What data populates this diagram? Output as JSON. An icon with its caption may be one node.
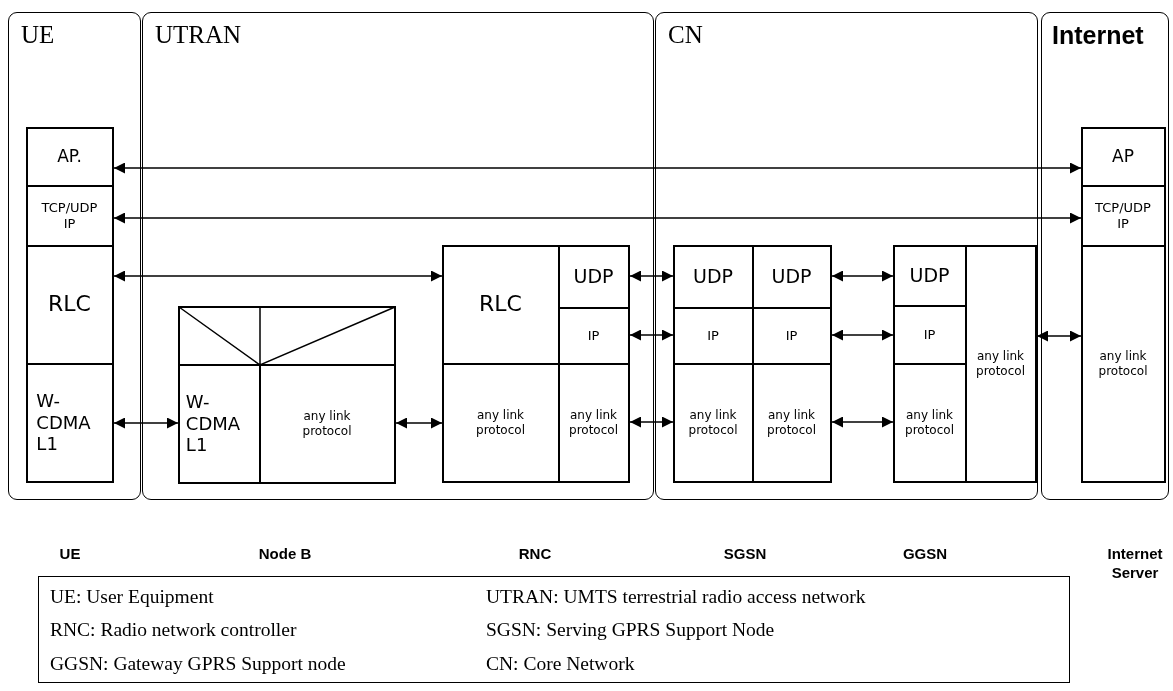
{
  "diagram": {
    "nodes": [
      {
        "text": [
          "UE"
        ]
      },
      {
        "text": [
          "UTRAN"
        ]
      },
      {
        "text": [
          "CN"
        ]
      },
      {
        "text": [
          "Internet"
        ]
      },
      {
        "text": [
          "AP."
        ],
        "in": 0
      },
      {
        "text": [
          "TCP/UDP IP"
        ],
        "in": 0
      },
      {
        "text": [
          "RLC"
        ],
        "in": 0
      },
      {
        "text": [
          "W-CDMA L1"
        ],
        "in": 0
      },
      {
        "text": [
          "W-CDMA L1"
        ],
        "in": 1
      },
      {
        "text": [
          "any link protocol"
        ],
        "in": 1
      },
      {
        "text": [
          "RLC"
        ],
        "in": 1
      },
      {
        "text": [
          "UDP"
        ],
        "in": 1
      },
      {
        "text": [
          "IP"
        ],
        "in": 1
      },
      {
        "text": [
          "any link protocol"
        ],
        "in": 1
      },
      {
        "text": [
          "any link protocol"
        ],
        "in": 1
      },
      {
        "text": [
          "UDP"
        ],
        "in": 2
      },
      {
        "text": [
          "UDP"
        ],
        "in": 2
      },
      {
        "text": [
          "IP"
        ],
        "in": 2
      },
      {
        "text": [
          "IP"
        ],
        "in": 2
      },
      {
        "text": [
          "any link protocol"
        ],
        "in": 2
      },
      {
        "text": [
          "any link protocol"
        ],
        "in": 2
      },
      {
        "text": [
          "UDP"
        ],
        "in": 2
      },
      {
        "text": [
          "IP"
        ],
        "in": 2
      },
      {
        "text": [
          "any link protocol"
        ],
        "in": 2
      },
      {
        "text": [
          "any link protocol"
        ],
        "in": 2
      },
      {
        "text": [
          "AP"
        ],
        "in": 3
      },
      {
        "text": [
          "TCP/UDP IP"
        ],
        "in": 3
      },
      {
        "text": [
          "any link protocol"
        ],
        "in": 3
      },
      {
        "text": [
          "UE: User Equipment",
          "UTRAN: UMTS terrestrial radio access network",
          "RNC: Radio network controller",
          "SGSN: Serving GPRS Support Node",
          "GGSN: Gateway GPRS Support node",
          "CN: Core Network"
        ]
      }
    ],
    "edges": [
      {
        "from": 4,
        "to": 25,
        "arrow": "both"
      },
      {
        "from": 5,
        "to": 26,
        "arrow": "both"
      },
      {
        "from": 6,
        "to": 10,
        "arrow": "both"
      },
      {
        "from": 7,
        "to": 8,
        "arrow": "both"
      },
      {
        "from": 9,
        "to": 13,
        "arrow": "both"
      },
      {
        "from": 11,
        "to": 15,
        "arrow": "both"
      },
      {
        "from": 12,
        "to": 17,
        "arrow": "both"
      },
      {
        "from": 14,
        "to": 19,
        "arrow": "both"
      },
      {
        "from": 16,
        "to": 21,
        "arrow": "both"
      },
      {
        "from": 18,
        "to": 22,
        "arrow": "both"
      },
      {
        "from": 20,
        "to": 23,
        "arrow": "both"
      },
      {
        "from": 24,
        "to": 27,
        "arrow": "both"
      }
    ],
    "labels": [
      "UE",
      "Node B",
      "RNC",
      "SGSN",
      "GGSN",
      "Internet Server"
    ]
  }
}
